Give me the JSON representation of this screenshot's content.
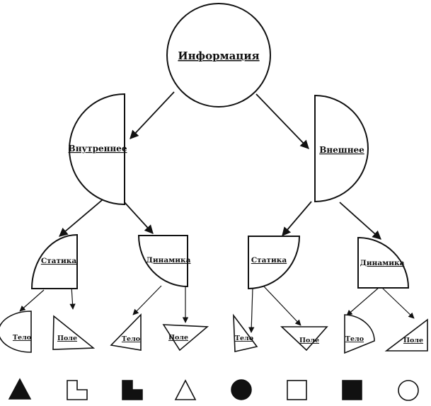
{
  "nodes": {
    "root": "Информация",
    "internal": "Внутреннее",
    "external": "Внешнее",
    "internal_statics": "Статика",
    "internal_dynamics": "Динамика",
    "external_statics": "Статика",
    "external_dynamics": "Динамика",
    "leaves": [
      {
        "label": "Тело"
      },
      {
        "label": "Поле"
      },
      {
        "label": "Тело"
      },
      {
        "label": "Поле"
      },
      {
        "label": "Тело"
      },
      {
        "label": "Поле"
      },
      {
        "label": "Тело"
      },
      {
        "label": "Поле"
      }
    ]
  },
  "legend": [
    {
      "icon": "filled-triangle-icon"
    },
    {
      "icon": "outline-l-shape-icon"
    },
    {
      "icon": "filled-l-shape-icon"
    },
    {
      "icon": "outline-triangle-icon"
    },
    {
      "icon": "filled-circle-icon"
    },
    {
      "icon": "outline-square-icon"
    },
    {
      "icon": "filled-square-icon"
    },
    {
      "icon": "outline-circle-icon"
    }
  ]
}
